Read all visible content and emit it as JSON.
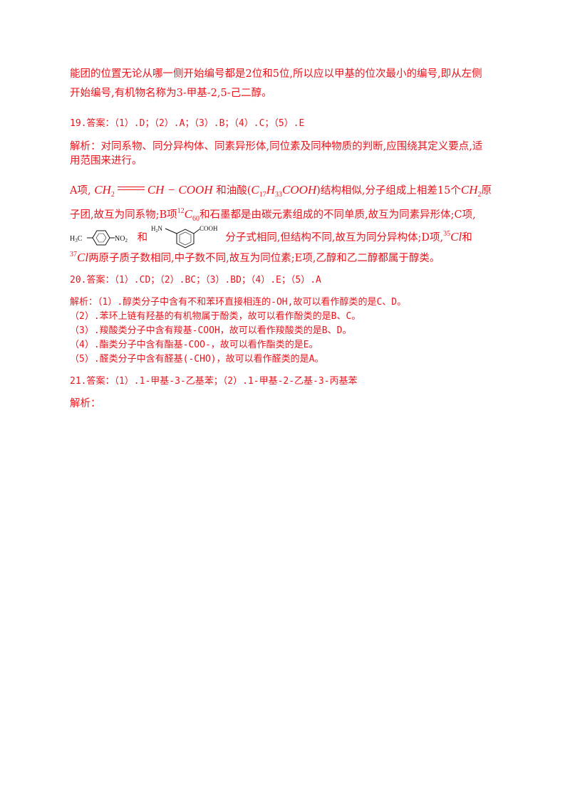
{
  "intro": {
    "line1": "能团的位置无论从哪一侧开始编号都是2位和5位,所以应以甲基的位次最小的编号,即从左侧",
    "line2": "开始编号,有机物名称为3-甲基-2,5-己二醇。"
  },
  "q19": {
    "answer": "19.答案：（1）.D；（2）.A；（3）.B；（4）.C；（5）.E",
    "analysis1": "解析：对同系物、同分异构体、同素异形体,同位素及同种物质的判断,应围绕其定义要点,适",
    "analysis2": "用范围来进行。",
    "a_label": "A项,",
    "a_formula_left": "CH",
    "a_formula_left_sub": "2",
    "a_formula_right": "CH − COOH",
    "a_text_mid": "和油酸(",
    "oleic_c": "C",
    "oleic_c_sub": "17",
    "oleic_h": "H",
    "oleic_h_sub": "33",
    "oleic_cooh": "COOH",
    "a_text_end": ")结构相似,分子组成上相差15个",
    "ch2": "CH",
    "ch2_sub": "2",
    "a_text_end2": "原",
    "line_b_start": "子团,故互为同系物;B项",
    "c60_sup": "12",
    "c60_c": "C",
    "c60_sub": "60",
    "line_b_end": "和石墨都是由碳元素组成的不同单质,故互为同素异形体;C项,",
    "struct1_left": "H",
    "struct1_left_sub": "3",
    "struct1_c": "C",
    "struct1_right": "NO",
    "struct1_right_sub": "2",
    "struct_and": "和",
    "struct2_nh": "H",
    "struct2_nh_sub": "2",
    "struct2_n": "N",
    "struct2_right": "COOH",
    "line_c_end": "分子式相同,但结构不同,故互为同分异构体;D项,",
    "cl35_sup": "35",
    "cl": "Cl",
    "line_c_and": "和",
    "cl37_sup": "37",
    "line_d_end": "两原子质子数相同,中子数不同,故互为同位素;E项,乙醇和乙二醇都属于醇类。"
  },
  "q20": {
    "answer": "20.答案：（1）.CD；（2）.BC；（3）.BD；（4）.E；（5）.A",
    "lines": [
      "解析：（1）.醇类分子中含有不和苯环直接相连的-OH,故可以看作醇类的是C、D。",
      "（2）.苯环上链有羟基的有机物属于酚类，故可以看作酚类的是B、C。",
      "（3）.羧酸类分子中含有羧基-COOH，故可以看作羧酸类的是B、D。",
      "（4）.酯类分子中含有酯基-COO-，故可以看作酯类的是E。",
      "（5）.醛类分子中含有醛基(-CHO)，故可以看作醛类的是A。"
    ]
  },
  "q21": {
    "answer": "21.答案：（1）.1-甲基-3-乙基苯；（2）.1-甲基-2-乙基-3-丙基苯",
    "analysis": "解析："
  },
  "colors": {
    "text": "#e8141c",
    "structure": "#111111"
  }
}
